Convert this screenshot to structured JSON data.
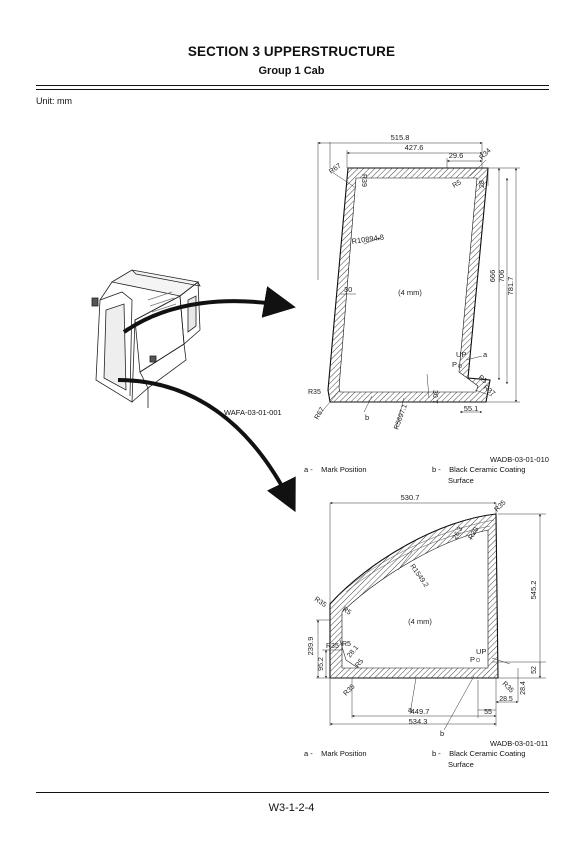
{
  "header": {
    "section_title": "SECTION 3 UPPERSTRUCTURE",
    "group_title": "Group 1 Cab"
  },
  "unit_label": "Unit: mm",
  "figure_cab": {
    "code": "WAFA-03-01-001"
  },
  "figure_front": {
    "code": "WADB-03-01-010",
    "thickness": "(4 mm)",
    "dims": {
      "overall_width": "515.8",
      "inner_width": "427.6",
      "top_right": "29.6",
      "r34": "R34",
      "r67_top": "R67",
      "r39": "R39",
      "r5_top": "R5",
      "d28": "28",
      "r10894": "R10894.8",
      "d30": "30",
      "h666": "666",
      "h706": "706",
      "h781": "781.7",
      "up": "UP",
      "p": "P",
      "a_mark": "a",
      "r5_bottom": "R5",
      "r37": "R37",
      "r35": "R35",
      "r67_bottom": "R67",
      "b_mark": "b",
      "r5697": "R5697.1",
      "d30_7": "30.7",
      "d55": "55.1"
    },
    "legend": {
      "a_key": "a -",
      "a_text": "Mark Position",
      "b_key": "b -",
      "b_text_1": "Black Ceramic Coating",
      "b_text_2": "Surface"
    }
  },
  "figure_side": {
    "code": "WADB-03-01-011",
    "thickness": "(4 mm)",
    "dims": {
      "overall_width": "530.7",
      "r35_top": "R35",
      "d26_3": "26.3",
      "r20": "R20",
      "r1549": "R1549.2",
      "h545": "545.2",
      "r35_left": "R35",
      "r5_left": "R5",
      "h239": "239.9",
      "r35_mid": "R35",
      "r5_mid": "R5",
      "d28_1": "28.1",
      "h95": "95.2",
      "r5_low": "R5",
      "r35_bottom": "R35",
      "up": "UP",
      "p": "P",
      "r35_right": "R35",
      "d28_4": "28.4",
      "d52": "52",
      "d28_5": "28.5",
      "w449": "449.7",
      "a_mark": "a",
      "b_mark": "b",
      "w534": "534.3",
      "d55": "55"
    },
    "legend": {
      "a_key": "a -",
      "a_text": "Mark Position",
      "b_key": "b -",
      "b_text_1": "Black Ceramic Coating",
      "b_text_2": "Surface"
    }
  },
  "footer": {
    "page_number": "W3-1-2-4"
  }
}
